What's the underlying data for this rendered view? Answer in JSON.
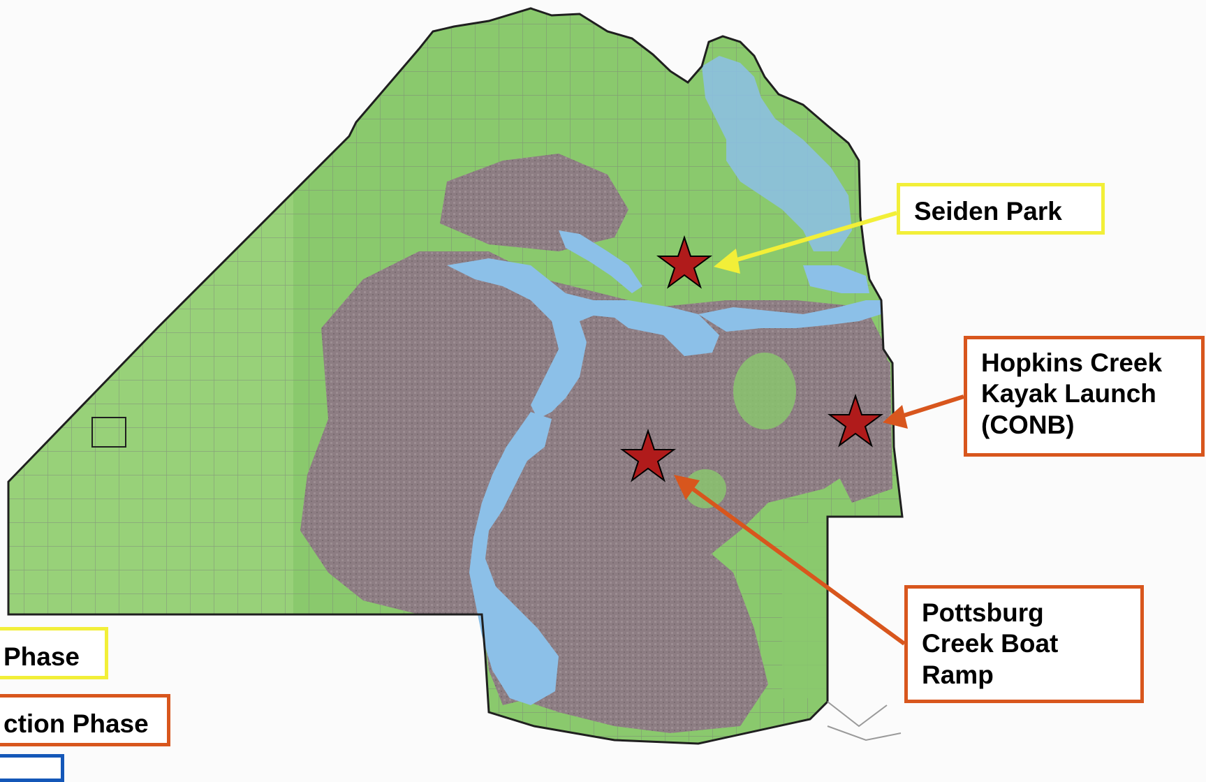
{
  "map": {
    "colors": {
      "land": "#8ac96d",
      "land_light": "#9fd57f",
      "urban": "#8d7d83",
      "water": "#8cc0e8",
      "roads": "#787878",
      "boundary": "#1f1f1f",
      "marker": "#b01b1b"
    },
    "markers": [
      {
        "name": "Seiden Park",
        "icon": "red-star-icon"
      },
      {
        "name": "Hopkins Creek Kayak Launch (CONB)",
        "icon": "red-star-icon"
      },
      {
        "name": "Pottsburg Creek Boat Ramp",
        "icon": "red-star-icon"
      }
    ]
  },
  "callouts": {
    "seiden": {
      "lines": [
        "Seiden Park"
      ],
      "color": "#f2ef38"
    },
    "hopkins": {
      "lines": [
        "Hopkins Creek",
        "Kayak Launch",
        "(CONB)"
      ],
      "color": "#d8561d"
    },
    "pottsburg": {
      "lines": [
        "Pottsburg",
        "Creek Boat",
        "Ramp"
      ],
      "color": "#d8561d"
    }
  },
  "legend": {
    "yellow_label": "Phase",
    "orange_label": "ction Phase",
    "yellow_color": "#f2ef38",
    "orange_color": "#d8561d",
    "blue_color": "#1457b8"
  }
}
